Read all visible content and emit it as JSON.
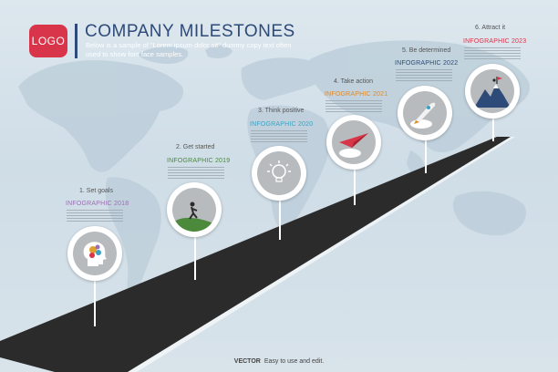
{
  "header": {
    "logo_text": "LOGO",
    "title": "COMPANY MILESTONES",
    "subtitle": "Below is a sample of \"Lorem ipsum dolor sit\" dummy copy text often used to show font face samples."
  },
  "milestones": [
    {
      "step": "1. Set goals",
      "year": "INFOGRAPHIC 2018",
      "color": "#9a6fb3",
      "icon": "brain-gears-icon"
    },
    {
      "step": "2. Get started",
      "year": "INFOGRAPHIC 2019",
      "color": "#4a8a3a",
      "icon": "climber-icon"
    },
    {
      "step": "3. Think positive",
      "year": "INFOGRAPHIC 2020",
      "color": "#3aa3c3",
      "icon": "lightbulb-icon"
    },
    {
      "step": "4. Take action",
      "year": "INFOGRAPHIC 2021",
      "color": "#e08a2a",
      "icon": "paper-plane-icon"
    },
    {
      "step": "5. Be determined",
      "year": "INFOGRAPHIC 2022",
      "color": "#2d4a79",
      "icon": "rocket-icon"
    },
    {
      "step": "6. Attract it",
      "year": "INFOGRAPHIC 2023",
      "color": "#d9354a",
      "icon": "mountain-flag-icon"
    }
  ],
  "footer": {
    "bold": "VECTOR",
    "text": "Easy to use and edit."
  },
  "colors": {
    "accent": "#d9354a",
    "title": "#2d4a79",
    "road": "#2b2b2b"
  }
}
